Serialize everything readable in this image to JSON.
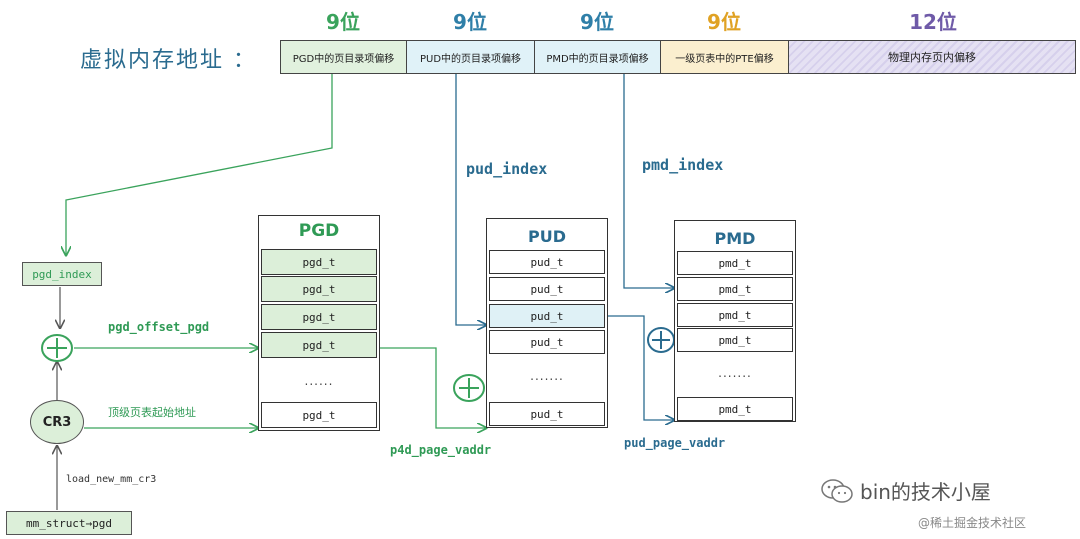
{
  "address": {
    "label": "虚拟内存地址 ：",
    "fields": [
      {
        "bits": "9位",
        "text": "PGD中的页目录项偏移",
        "bits_color": "#3aa35c",
        "bg": "#e1f1de"
      },
      {
        "bits": "9位",
        "text": "PUD中的页目录项偏移",
        "bits_color": "#2f7fa8",
        "bg": "#e0f2f8"
      },
      {
        "bits": "9位",
        "text": "PMD中的页目录项偏移",
        "bits_color": "#2f7fa8",
        "bg": "#e0f2f8"
      },
      {
        "bits": "9位",
        "text": "一级页表中的PTE偏移",
        "bits_color": "#e0a224",
        "bg": "#fbefcf"
      },
      {
        "bits": "12位",
        "text": "物理内存页内偏移",
        "bits_color": "#6f5aa8",
        "bg": "#e5e1f3"
      }
    ]
  },
  "pgd": {
    "title": "PGD",
    "rows": [
      "pgd_t",
      "pgd_t",
      "pgd_t",
      "pgd_t"
    ],
    "dots": "......",
    "last": "pgd_t"
  },
  "pud": {
    "title": "PUD",
    "rows": [
      "pud_t",
      "pud_t",
      "pud_t",
      "pud_t"
    ],
    "dots": ".......",
    "last": "pud_t"
  },
  "pmd": {
    "title": "PMD",
    "rows": [
      "pmd_t",
      "pmd_t",
      "pmd_t",
      "pmd_t"
    ],
    "dots": ".......",
    "last": "pmd_t"
  },
  "labels": {
    "pud_index": "pud_index",
    "pmd_index": "pmd_index",
    "pgd_index": "pgd_index",
    "pgd_offset_pgd": "pgd_offset_pgd",
    "top_table": "顶级页表起始地址",
    "cr3": "CR3",
    "load": "load_new_mm_cr3",
    "mm_struct": "mm_struct→pgd",
    "p4d_page_vaddr": "p4d_page_vaddr",
    "pud_page_vaddr": "pud_page_vaddr"
  },
  "watermark": {
    "channel": "bin的技术小屋",
    "site": "@稀土掘金技术社区"
  }
}
